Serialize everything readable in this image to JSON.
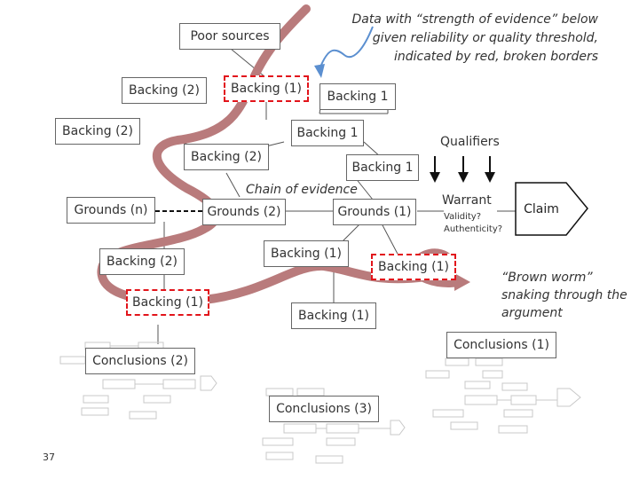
{
  "page_number": "37",
  "top_note": [
    "Data with “strength of evidence” below",
    "given reliability or quality threshold,",
    "indicated by red, broken borders"
  ],
  "worm_note": [
    "“Brown worm”",
    "snaking through the",
    "argument"
  ],
  "chain_label": "Chain of evidence",
  "qualifiers_label": "Qualifiers",
  "validity_label": "Validity?",
  "authenticity_label": "Authenticity?",
  "nodes": {
    "poor_sources": "Poor sources",
    "backing_2_a": "Backing (2)",
    "backing_1_red_top": "Backing (1)",
    "backing_1_a": "Backing 1",
    "backing_2_b": "Backing (2)",
    "backing_1_b": "Backing 1",
    "backing_2_c": "Backing (2)",
    "backing_1_c": "Backing 1",
    "grounds_n": "Grounds (n)",
    "grounds_2": "Grounds (2)",
    "grounds_1": "Grounds (1)",
    "warrant": "Warrant",
    "claim": "Claim",
    "backing_1_d": "Backing (1)",
    "backing_2_d": "Backing (2)",
    "backing_1_red_mid": "Backing (1)",
    "backing_1_red_low": "Backing (1)",
    "backing_1_e": "Backing (1)"
  },
  "conclusions": {
    "c1": "Conclusions (1)",
    "c2": "Conclusions (2)",
    "c3": "Conclusions (3)"
  },
  "colors": {
    "worm": "#b97b7c",
    "red_border": "#e2141b",
    "blue_arrow": "#5b8fd0",
    "line": "#555555"
  }
}
